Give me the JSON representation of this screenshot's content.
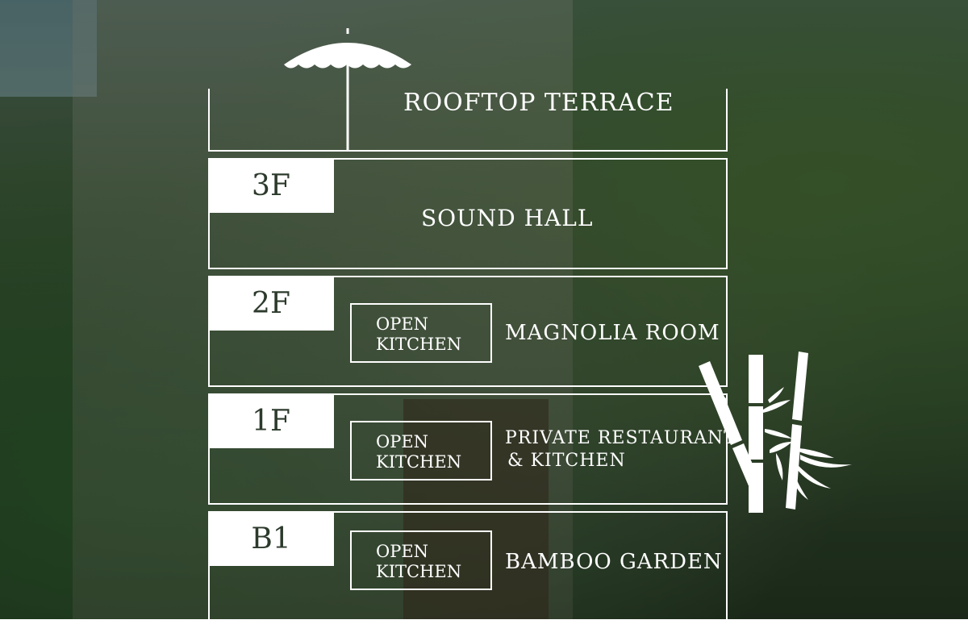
{
  "rooftop": {
    "title": "ROOFTOP TERRACE"
  },
  "floors": [
    {
      "label": "3F",
      "title": "SOUND HALL"
    },
    {
      "label": "2F",
      "kitchen": [
        "OPEN",
        "KITCHEN"
      ],
      "title": "MAGNOLIA ROOM"
    },
    {
      "label": "1F",
      "kitchen": [
        "OPEN",
        "KITCHEN"
      ],
      "title_lines": [
        "PRIVATE RESTAURANT",
        "& KITCHEN"
      ]
    },
    {
      "label": "B1",
      "kitchen": [
        "OPEN",
        "KITCHEN"
      ],
      "title": "BAMBOO GARDEN"
    }
  ],
  "icons": {
    "umbrella": "umbrella-icon",
    "bamboo": "bamboo-icon"
  },
  "colors": {
    "label_text": "#2c3a2c",
    "line": "#ffffff"
  }
}
